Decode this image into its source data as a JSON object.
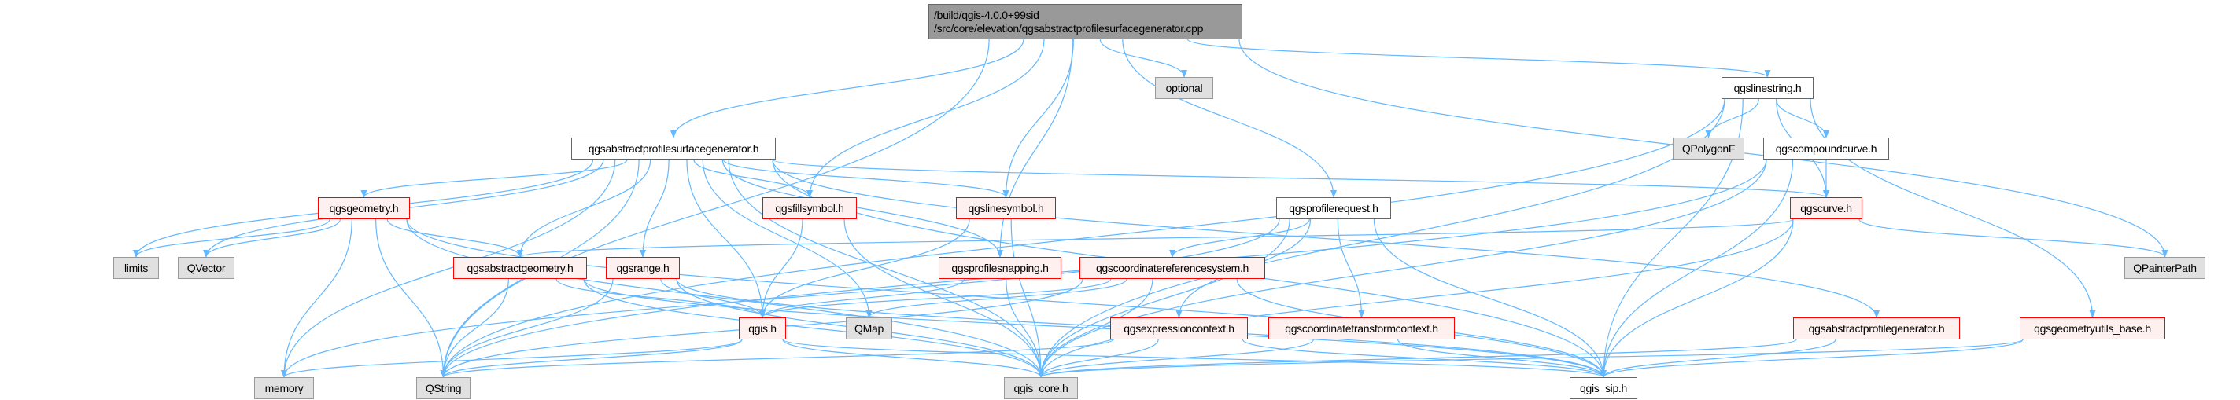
{
  "colors": {
    "edge": "#63B8FF",
    "root_fill": "#999999",
    "red_border": "#FF0000",
    "red_fill": "#FFF0F0",
    "grey_fill": "#E0E0E0"
  },
  "nodes": {
    "root": {
      "line1": "/build/qgis-4.0.0+99sid",
      "line2": "/src/core/elevation/qgsabstractprofilesurfacegenerator.cpp"
    },
    "apsg": "qgsabstractprofilesurfacegenerator.h",
    "optional": "optional",
    "linestring": "qgslinestring.h",
    "polygonf": "QPolygonF",
    "compoundcurve": "qgscompoundcurve.h",
    "geometry": "qgsgeometry.h",
    "fillsymbol": "qgsfillsymbol.h",
    "linesymbol": "qgslinesymbol.h",
    "profilerequest": "qgsprofilerequest.h",
    "curve": "qgscurve.h",
    "limits": "limits",
    "qvector": "QVector",
    "abstractgeometry": "qgsabstractgeometry.h",
    "range": "qgsrange.h",
    "profilesnapping": "qgsprofilesnapping.h",
    "crs": "qgscoordinatereferencesystem.h",
    "painterpath": "QPainterPath",
    "qgis": "qgis.h",
    "qmap": "QMap",
    "expressioncontext": "qgsexpressioncontext.h",
    "ctc": "qgscoordinatetransformcontext.h",
    "apg": "qgsabstractprofilegenerator.h",
    "geometryutils": "qgsgeometryutils_base.h",
    "memory": "memory",
    "qstring": "QString",
    "qgis_core": "qgis_core.h",
    "qgis_sip": "qgis_sip.h"
  },
  "edges": [
    [
      "root",
      "qstring"
    ],
    [
      "root",
      "apsg"
    ],
    [
      "root",
      "fillsymbol"
    ],
    [
      "root",
      "linesymbol"
    ],
    [
      "root",
      "profilesnapping"
    ],
    [
      "root",
      "profilerequest"
    ],
    [
      "root",
      "optional"
    ],
    [
      "root",
      "linestring"
    ],
    [
      "root",
      "painterpath"
    ],
    [
      "apsg",
      "geometry"
    ],
    [
      "apsg",
      "limits"
    ],
    [
      "apsg",
      "qvector"
    ],
    [
      "apsg",
      "memory"
    ],
    [
      "apsg",
      "qstring"
    ],
    [
      "apsg",
      "abstractgeometry"
    ],
    [
      "apsg",
      "range"
    ],
    [
      "apsg",
      "qgis"
    ],
    [
      "apsg",
      "qgis_core"
    ],
    [
      "apsg",
      "fillsymbol"
    ],
    [
      "apsg",
      "qmap"
    ],
    [
      "apsg",
      "profilesnapping"
    ],
    [
      "apsg",
      "linesymbol"
    ],
    [
      "apsg",
      "curve"
    ],
    [
      "apsg",
      "apg"
    ],
    [
      "apsg",
      "qgis_sip"
    ],
    [
      "geometry",
      "limits"
    ],
    [
      "geometry",
      "qvector"
    ],
    [
      "geometry",
      "memory"
    ],
    [
      "geometry",
      "qstring"
    ],
    [
      "geometry",
      "abstractgeometry"
    ],
    [
      "geometry",
      "qgis_core"
    ],
    [
      "geometry",
      "qgis_sip"
    ],
    [
      "abstractgeometry",
      "qstring"
    ],
    [
      "abstractgeometry",
      "qgis"
    ],
    [
      "abstractgeometry",
      "qgis_core"
    ],
    [
      "abstractgeometry",
      "qgis_sip"
    ],
    [
      "range",
      "qstring"
    ],
    [
      "range",
      "qgis"
    ],
    [
      "range",
      "qgis_core"
    ],
    [
      "range",
      "qgis_sip"
    ],
    [
      "qgis",
      "memory"
    ],
    [
      "qgis",
      "qstring"
    ],
    [
      "qgis",
      "qgis_core"
    ],
    [
      "qgis",
      "qgis_sip"
    ],
    [
      "fillsymbol",
      "qgis"
    ],
    [
      "fillsymbol",
      "qgis_core"
    ],
    [
      "linesymbol",
      "qgis"
    ],
    [
      "linesymbol",
      "qgis_core"
    ],
    [
      "profilesnapping",
      "qgis"
    ],
    [
      "profilesnapping",
      "qgis_core"
    ],
    [
      "profilerequest",
      "crs"
    ],
    [
      "profilerequest",
      "expressioncontext"
    ],
    [
      "profilerequest",
      "ctc"
    ],
    [
      "profilerequest",
      "qgis_core"
    ],
    [
      "profilerequest",
      "qgis_sip"
    ],
    [
      "profilerequest",
      "memory"
    ],
    [
      "crs",
      "qgis"
    ],
    [
      "crs",
      "qmap"
    ],
    [
      "crs",
      "qstring"
    ],
    [
      "crs",
      "qgis_core"
    ],
    [
      "crs",
      "qgis_sip"
    ],
    [
      "expressioncontext",
      "qstring"
    ],
    [
      "expressioncontext",
      "qgis_core"
    ],
    [
      "expressioncontext",
      "qgis_sip"
    ],
    [
      "ctc",
      "qgis_core"
    ],
    [
      "ctc",
      "qgis_sip"
    ],
    [
      "linestring",
      "qstring"
    ],
    [
      "linestring",
      "polygonf"
    ],
    [
      "linestring",
      "compoundcurve"
    ],
    [
      "linestring",
      "curve"
    ],
    [
      "linestring",
      "qgis_core"
    ],
    [
      "linestring",
      "qgis_sip"
    ],
    [
      "linestring",
      "geometryutils"
    ],
    [
      "compoundcurve",
      "curve"
    ],
    [
      "compoundcurve",
      "qgis_core"
    ],
    [
      "compoundcurve",
      "qgis_sip"
    ],
    [
      "compoundcurve",
      "qstring"
    ],
    [
      "curve",
      "abstractgeometry"
    ],
    [
      "curve",
      "painterpath"
    ],
    [
      "curve",
      "qgis_core"
    ],
    [
      "curve",
      "qgis_sip"
    ],
    [
      "apg",
      "qgis_core"
    ],
    [
      "apg",
      "qgis_sip"
    ],
    [
      "geometryutils",
      "qgis_core"
    ],
    [
      "geometryutils",
      "qgis_sip"
    ]
  ]
}
